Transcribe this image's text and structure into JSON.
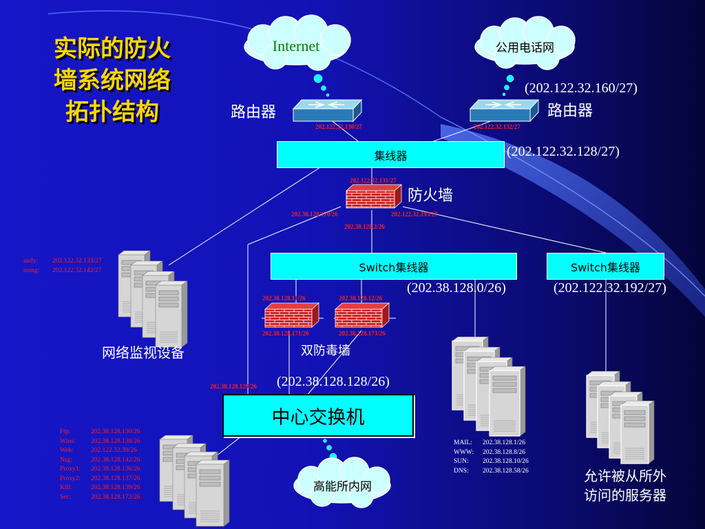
{
  "title_lines": [
    "实际的防火",
    "墙系统网络",
    "拓扑结构"
  ],
  "clouds": {
    "internet": "Internet",
    "phone": "公用电话网",
    "institute": "高能所内网"
  },
  "routers": {
    "left_label": "路由器",
    "right_label": "路由器",
    "left_ip": "202.122.32.130/27",
    "right_ip": "202.122.32.132/27",
    "right_net": "(202.122.32.160/27)"
  },
  "hub": {
    "label": "集线器",
    "net": "(202.122.32.128/27)"
  },
  "firewall": {
    "label": "防火墙",
    "ip_top": "202.122.32.131/27",
    "ip_left": "202.38.128.170/26",
    "ip_right": "202.122.32.193/27",
    "ip_bottom": "202.38.128.2/26"
  },
  "switch_left": {
    "label": "Switch集线器",
    "net": "(202.38.128.0/26)"
  },
  "switch_right": {
    "label": "Switch集线器",
    "net": "(202.122.32.192/27)"
  },
  "dual_firewall": {
    "label": "双防毒墙",
    "ip_tl": "202.38.128.11/26",
    "ip_tr": "202.38.128.12/26",
    "ip_bl": "202.38.128.171/26",
    "ip_br": "202.38.128.173/26"
  },
  "core_switch": {
    "label": "中心交换机",
    "net": "(202.38.128.128/26)",
    "ip_left": "202.38.128.129/26"
  },
  "monitor": {
    "label": "网络监视设备",
    "rows": [
      {
        "name": "andy:",
        "ip": "202.122.32.133/27"
      },
      {
        "name": "nsmg:",
        "ip": "202.122.32.142/27"
      }
    ]
  },
  "internal_servers": {
    "rows": [
      {
        "name": "Ftp:",
        "ip": "202.38.128.130/26"
      },
      {
        "name": "Wins:",
        "ip": "202.38.128.138/26"
      },
      {
        "name": "Web:",
        "ip": "202.122.32.39/26"
      },
      {
        "name": "Nsg:",
        "ip": "202.38.128.142/26"
      },
      {
        "name": "Proxy1:",
        "ip": "202.38.128.136/26"
      },
      {
        "name": "Proxy2:",
        "ip": "202.38.128.137/26"
      },
      {
        "name": "Kill:",
        "ip": "202.38.128.139/26"
      },
      {
        "name": "Sec:",
        "ip": "202.38.128.172/26"
      }
    ]
  },
  "dmz_servers": {
    "rows": [
      {
        "name": "MAIL:",
        "ip": "202.38.128.1/26"
      },
      {
        "name": "WWW:",
        "ip": "202.38.128.8/26"
      },
      {
        "name": "SUN:",
        "ip": "202.38.128.10/26"
      },
      {
        "name": "DNS:",
        "ip": "202.38.128.58/26"
      }
    ]
  },
  "public_servers": {
    "label_line1": "允许被从所外",
    "label_line2": "访问的服务器"
  },
  "colors": {
    "cyan": "#00ffff",
    "yellow": "#ffd700",
    "red_ip": "#ff2020",
    "firewall_red": "#cc2222"
  }
}
